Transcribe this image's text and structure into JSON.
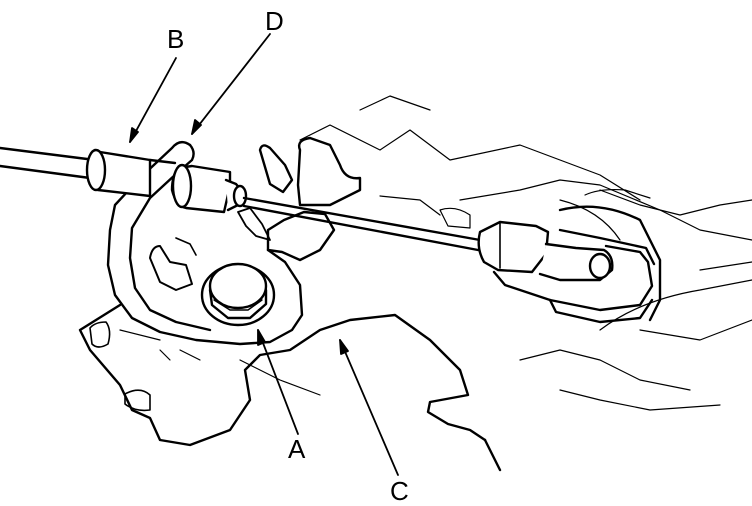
{
  "callouts": {
    "a": "A",
    "b": "B",
    "c": "C",
    "d": "D"
  },
  "colors": {
    "ink": "#000000",
    "paper": "#ffffff"
  },
  "icons": [
    "bolt-icon",
    "cable-icon",
    "bracket-icon",
    "arrow-icon"
  ]
}
